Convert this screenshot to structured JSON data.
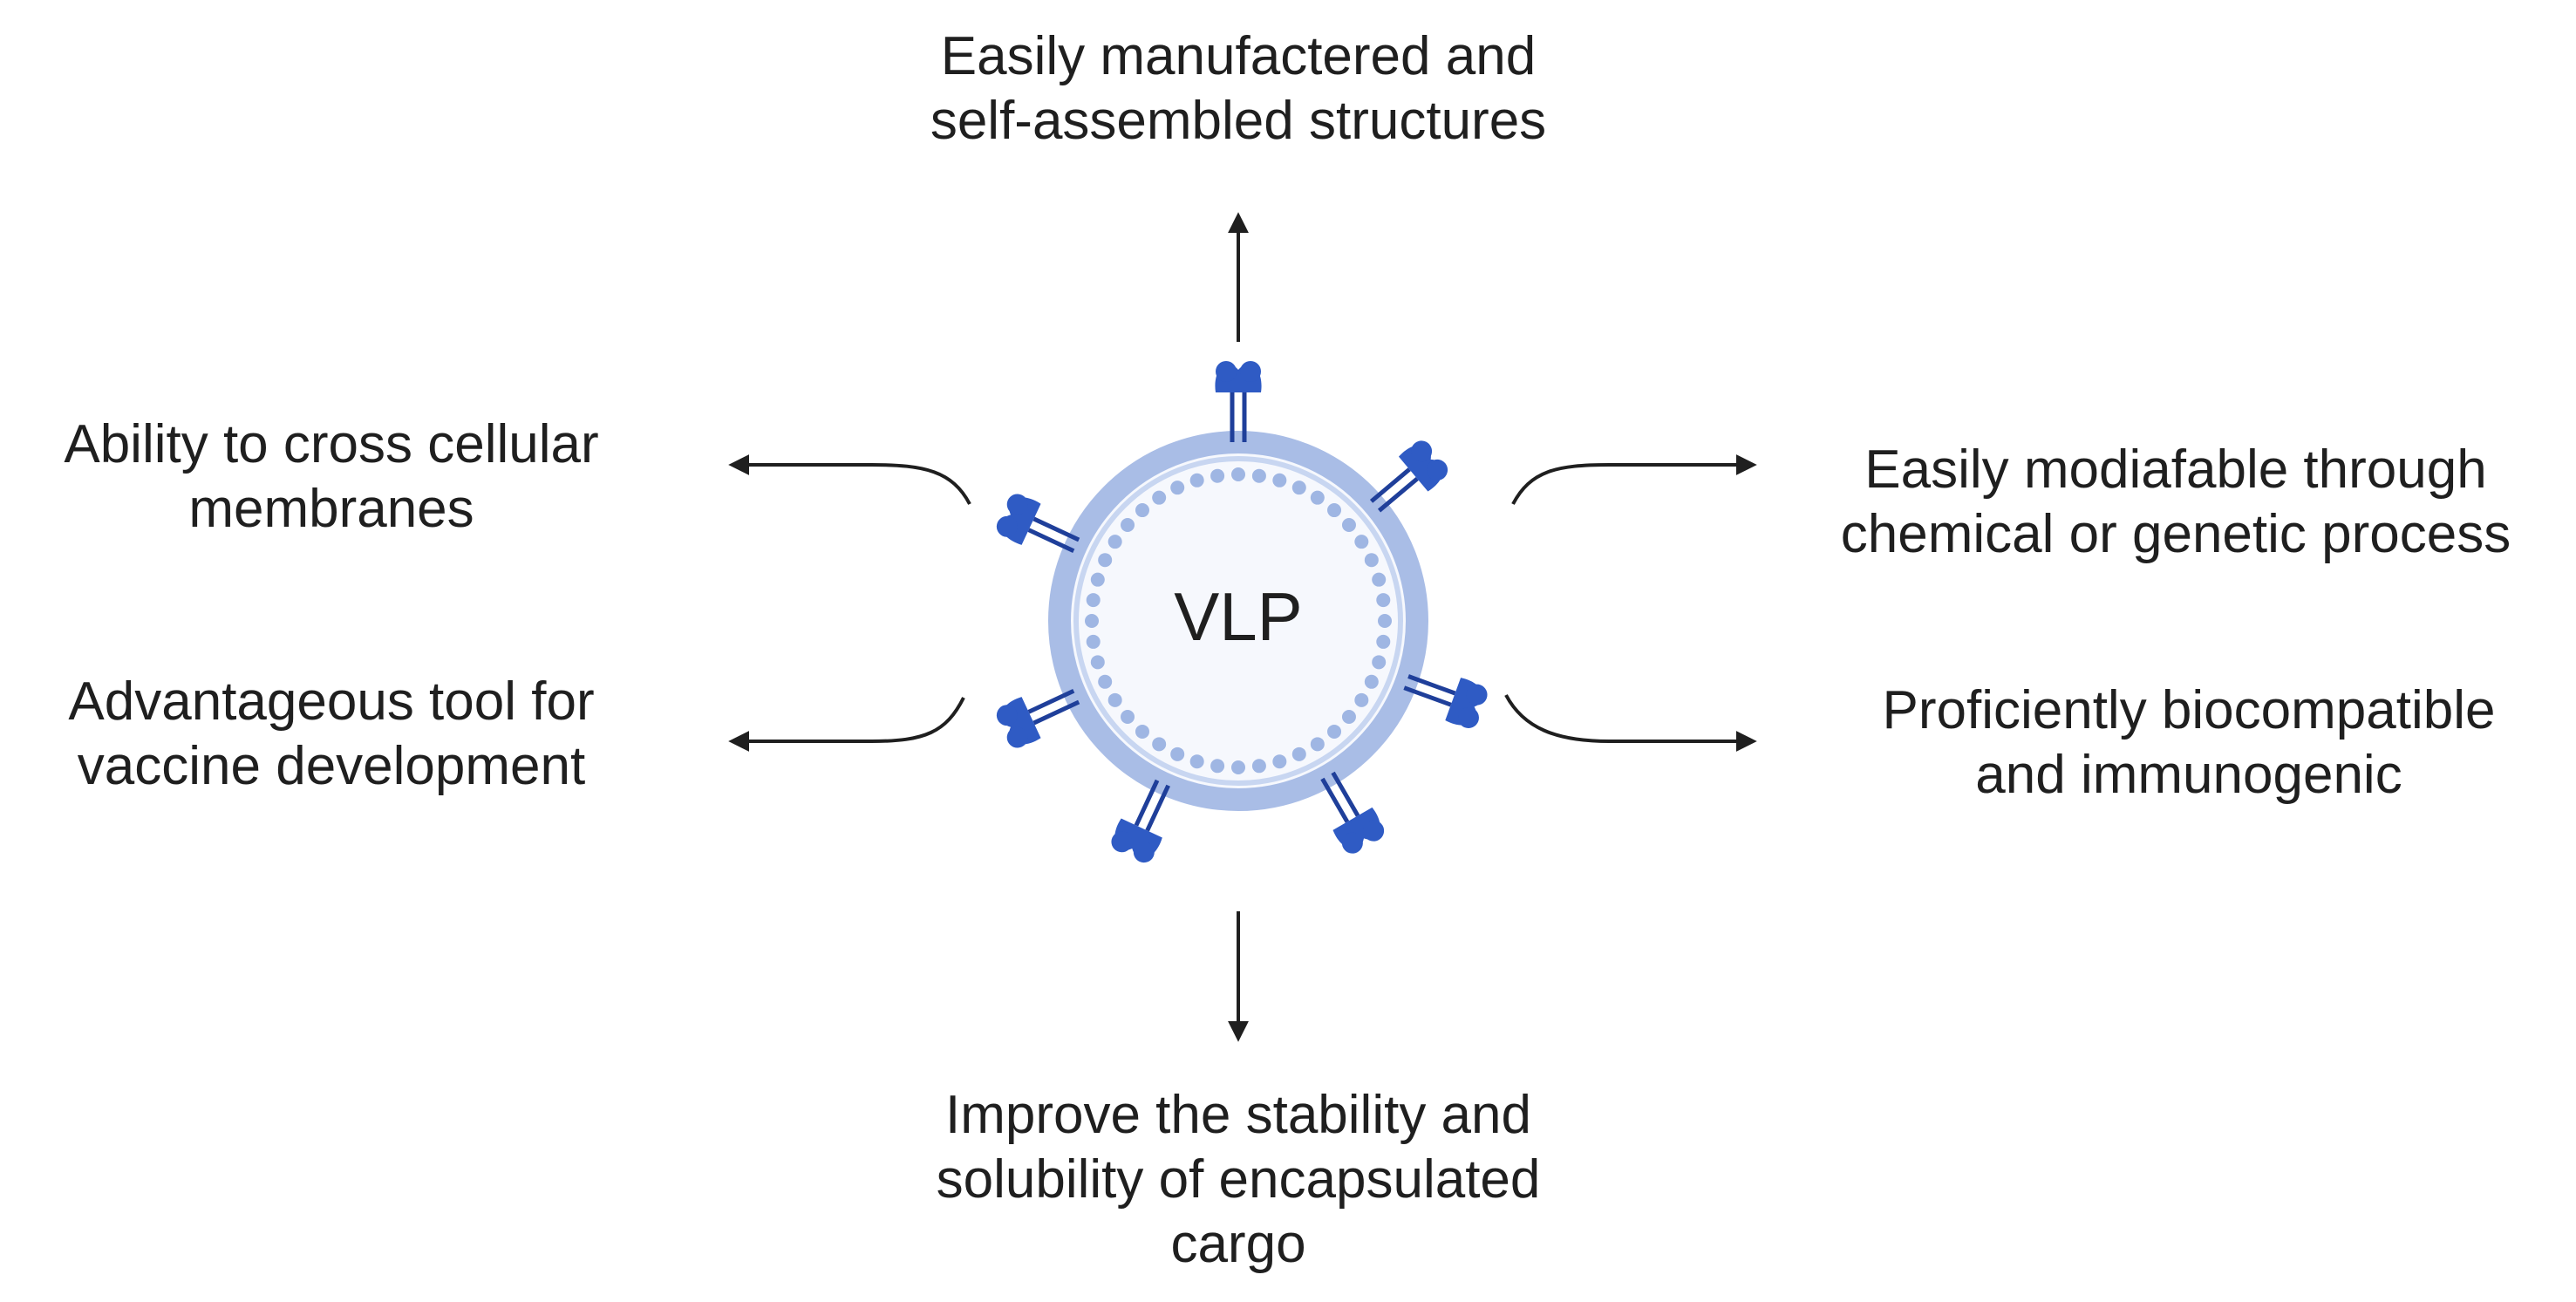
{
  "diagram": {
    "center": {
      "label": "VLP"
    },
    "nodes": [
      {
        "id": "top",
        "lines": [
          "Easily manufactered and",
          "self-assembled structures"
        ]
      },
      {
        "id": "upper-left",
        "lines": [
          "Ability to cross cellular",
          "membranes"
        ]
      },
      {
        "id": "lower-left",
        "lines": [
          "Advantageous tool for",
          "vaccine development"
        ]
      },
      {
        "id": "upper-right",
        "lines": [
          "Easily modiafable through",
          "chemical or genetic process"
        ]
      },
      {
        "id": "lower-right",
        "lines": [
          "Proficiently biocompatible",
          "and immunogenic"
        ]
      },
      {
        "id": "bottom",
        "lines": [
          "Improve the stability and",
          "solubility of encapsulated",
          "cargo"
        ]
      }
    ]
  },
  "colors": {
    "text": "#1f1f1f",
    "arrow": "#1f1f1f",
    "capsid_ring": "#a9bde6",
    "capsid_fill": "#f6f8fd",
    "capsid_dots": "#9fb6e3",
    "protein": "#2f5bc4",
    "protein_stem": "#1f3f9a"
  },
  "icons": {
    "center": "virus-like-particle-icon",
    "spike": "surface-protein-icon"
  }
}
